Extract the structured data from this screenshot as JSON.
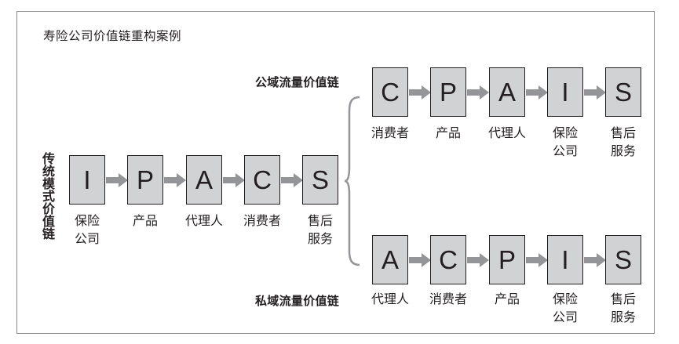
{
  "title": "寿险公司价值链重构案例",
  "colors": {
    "box_fill": "#d1d2d4",
    "box_border": "#231f20",
    "arrow": "#939598",
    "frame": "#8a8a8a",
    "brace": "#939598"
  },
  "traditional": {
    "label": "传统模式价值链",
    "label_chars": [
      "传",
      "统",
      "模",
      "式",
      "价",
      "值",
      "链"
    ],
    "nodes": [
      {
        "letter": "I",
        "caption": "保险\n公司"
      },
      {
        "letter": "P",
        "caption": "产品"
      },
      {
        "letter": "A",
        "caption": "代理人"
      },
      {
        "letter": "C",
        "caption": "消费者"
      },
      {
        "letter": "S",
        "caption": "售后\n服务"
      }
    ]
  },
  "public": {
    "label": "公域流量价值链",
    "nodes": [
      {
        "letter": "C",
        "caption": "消费者"
      },
      {
        "letter": "P",
        "caption": "产品"
      },
      {
        "letter": "A",
        "caption": "代理人"
      },
      {
        "letter": "I",
        "caption": "保险\n公司"
      },
      {
        "letter": "S",
        "caption": "售后\n服务"
      }
    ]
  },
  "private": {
    "label": "私域流量价值链",
    "nodes": [
      {
        "letter": "A",
        "caption": "代理人"
      },
      {
        "letter": "C",
        "caption": "消费者"
      },
      {
        "letter": "P",
        "caption": "产品"
      },
      {
        "letter": "I",
        "caption": "保险\n公司"
      },
      {
        "letter": "S",
        "caption": "售后\n服务"
      }
    ]
  }
}
